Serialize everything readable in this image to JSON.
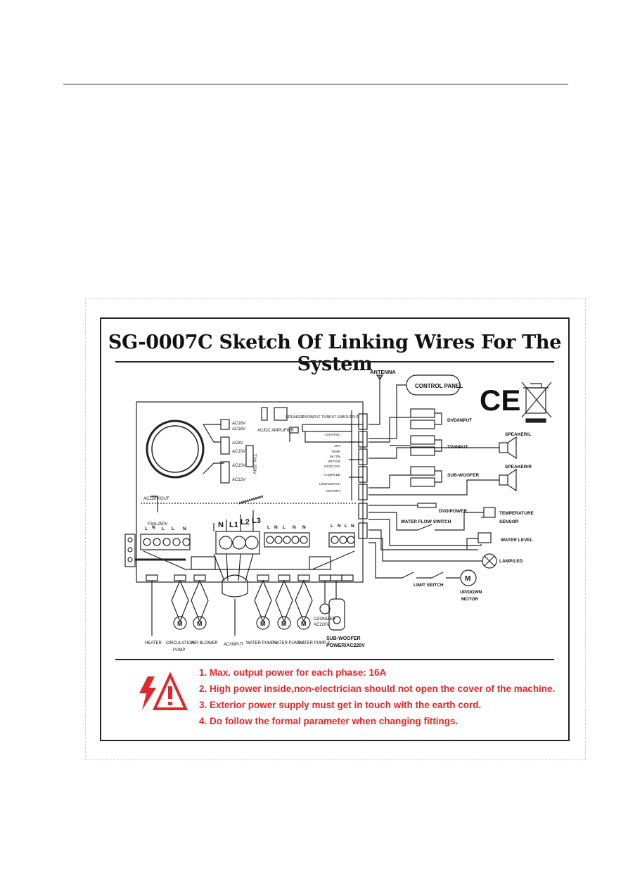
{
  "diagram": {
    "title": "SG-0007C Sketch Of Linking Wires For The System",
    "top_labels": {
      "antenna": "ANTENNA",
      "control_panel": "CONTROL PANEL",
      "speaker": "SPEAKER",
      "dvd_input_tv_input_sub_output": "DVDINPUT TVINPUT SUBOUTPUT",
      "ac_dc": "AC/DC",
      "amplifier": "AMPLIFIER"
    },
    "transformer_labels": [
      "AC18V",
      "AC18V",
      "AC8V",
      "AC10V",
      "AC10V",
      "AC12V"
    ],
    "board_side_labels": [
      "CONTROL",
      "ANT",
      "TEMP",
      "WL/TW",
      "WFTOW",
      "DC/DC10V",
      "LAMP/LED",
      "LIMITSWITCH",
      "MOTORT"
    ],
    "right_labels": {
      "dvd_input": "DVD/INPUT",
      "tv_input": "TV/INPUT",
      "sub_woofer": "SUB-WOOFER",
      "speaker_l": "SPEAKER/L",
      "speaker_r": "SPEAKER/R",
      "dvd_power": "DVD/POWER",
      "water_flow_switch": "WATER FLOW SWITCH",
      "temperature_sensor_1": "TEMPERATURE",
      "temperature_sensor_2": "SENSOR",
      "water_level": "WATER LEVEL",
      "lamp_led": "LAMP/LED",
      "limit_switch": "LIMIT SEITCH",
      "motor_1": "UP/DOWN",
      "motor_2": "MOTOR"
    },
    "inner_labels": {
      "ac230v_out": "AC230V/OUT",
      "fuse": "F3AL250V",
      "t2al": "T2AL250V",
      "l1": "L1",
      "l2": "L2",
      "l3": "L3",
      "n": "N",
      "l": "L"
    },
    "bottom_labels": {
      "heater": "HEATER",
      "circulation_pump_1": "CIRCULATION",
      "circulation_pump_2": "PUMP",
      "air_blower": "AIR BLOWER",
      "ac_input": "AC/INPUT",
      "water_pump_1": "WATER PUMP 1",
      "water_pump_2": "WATER PUMP 2",
      "water_pump_3": "WATER PUMP 3",
      "ozonizer_1": "OZONIZER",
      "ozonizer_2": "AC220V",
      "sub_woofer_power_1": "SUB-WOOFER",
      "sub_woofer_power_2": "POWER/AC220V",
      "motor_letter": "M"
    },
    "ce_mark": "CE",
    "warnings": [
      "1. Max. output power for each phase:  16A",
      "2. High power inside,non-electrician should not open the cover of the machine.",
      "3. Exterior power supply must get in touch with the earth cord.",
      "4. Do follow the formal parameter when changing fittings."
    ],
    "colors": {
      "warning_text": "#e0282c",
      "line": "#222222"
    }
  }
}
